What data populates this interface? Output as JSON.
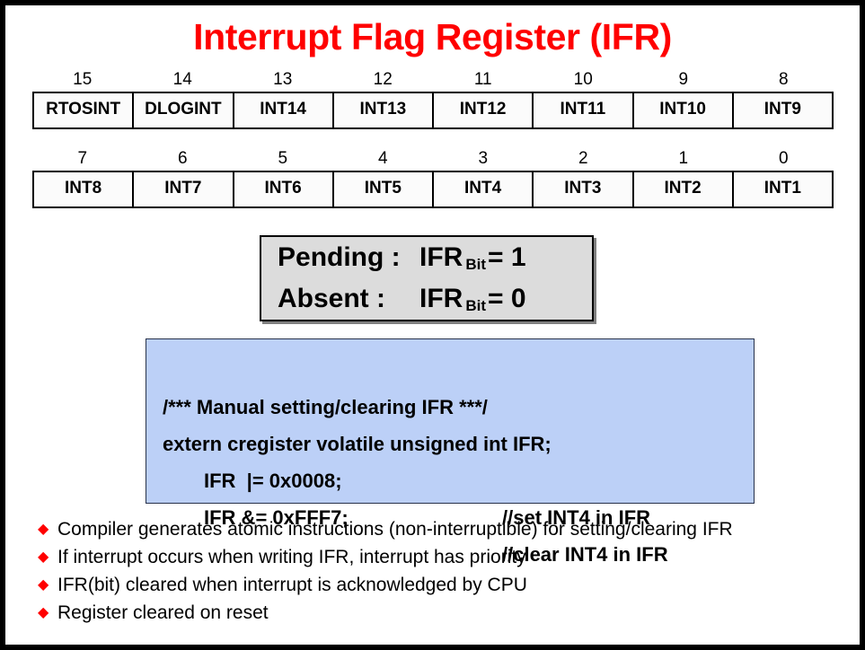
{
  "title": "Interrupt Flag Register (IFR)",
  "register": {
    "high_word": {
      "bits": [
        "15",
        "14",
        "13",
        "12",
        "11",
        "10",
        "9",
        "8"
      ],
      "fields": [
        "RTOSINT",
        "DLOGINT",
        "INT14",
        "INT13",
        "INT12",
        "INT11",
        "INT10",
        "INT9"
      ]
    },
    "low_word": {
      "bits": [
        "7",
        "6",
        "5",
        "4",
        "3",
        "2",
        "1",
        "0"
      ],
      "fields": [
        "INT8",
        "INT7",
        "INT6",
        "INT5",
        "INT4",
        "INT3",
        "INT2",
        "INT1"
      ]
    }
  },
  "status_box": {
    "rows": [
      {
        "label": "Pending :",
        "register": "IFR",
        "subscript": "Bit",
        "equals": "= 1"
      },
      {
        "label": "Absent :",
        "register": "IFR",
        "subscript": "Bit",
        "equals": "= 0"
      }
    ]
  },
  "code_box": {
    "lines": [
      {
        "code": "/*** Manual setting/clearing IFR ***/",
        "comment": "",
        "indent": false
      },
      {
        "code": "extern cregister volatile unsigned int IFR;",
        "comment": "",
        "indent": false
      },
      {
        "code": "IFR  |= 0x0008;",
        "comment": "//set INT4 in IFR",
        "indent": true
      },
      {
        "code": "IFR &= 0xFFF7;",
        "comment": "//clear INT4 in IFR",
        "indent": true
      }
    ]
  },
  "bullets": {
    "marker": "◆",
    "items": [
      "Compiler generates atomic instructions (non-interruptible) for setting/clearing IFR",
      "If interrupt occurs when writing IFR, interrupt has priority",
      "IFR(bit) cleared when interrupt is acknowledged by CPU",
      "Register cleared on reset"
    ]
  },
  "colors": {
    "title": "#FF0000",
    "code_box_bg": "#BCD0F7",
    "status_box_bg": "#DCDCDC",
    "bullet_marker": "#FF0000",
    "frame": "#000000"
  }
}
